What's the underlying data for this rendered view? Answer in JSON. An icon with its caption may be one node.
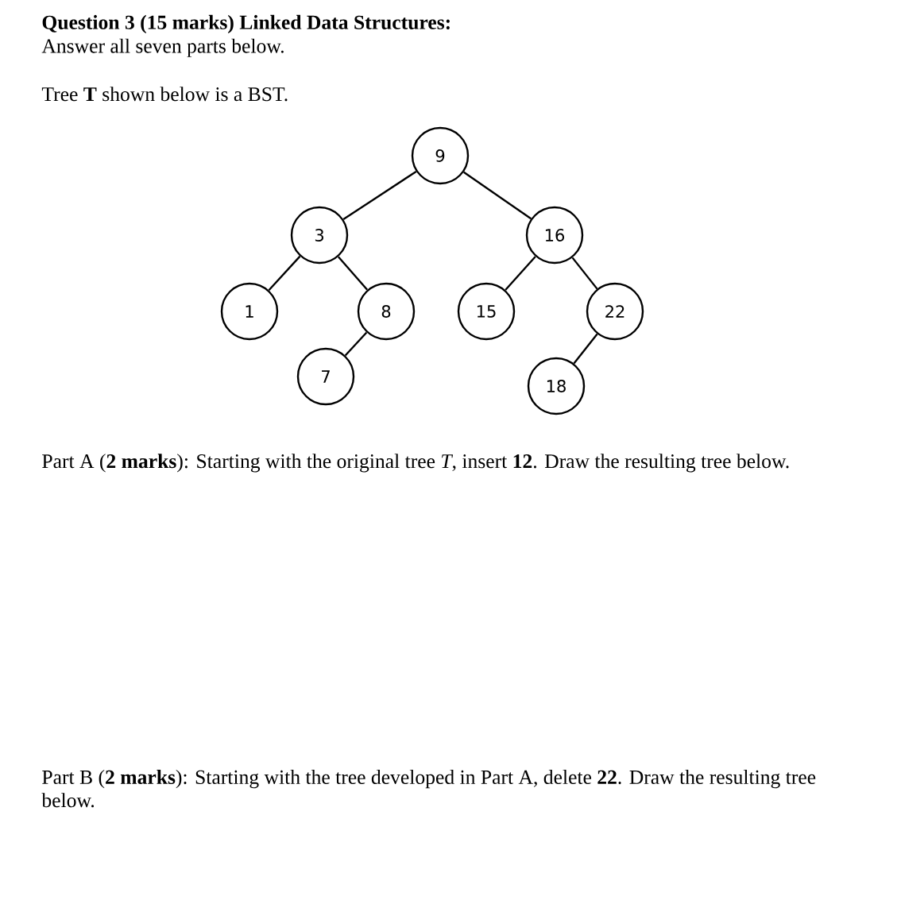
{
  "diagram": {
    "title": "Question 3 (15 marks) Linked Data Structures:",
    "nodes": [
      {
        "text": [
          "9"
        ]
      },
      {
        "text": [
          "3"
        ]
      },
      {
        "text": [
          "16"
        ]
      },
      {
        "text": [
          "1"
        ]
      },
      {
        "text": [
          "8"
        ]
      },
      {
        "text": [
          "15"
        ]
      },
      {
        "text": [
          "22"
        ]
      },
      {
        "text": [
          "7"
        ]
      },
      {
        "text": [
          "18"
        ]
      }
    ],
    "edges": [
      {
        "from": 0,
        "to": 1,
        "arrow": "none"
      },
      {
        "from": 0,
        "to": 2,
        "arrow": "none"
      },
      {
        "from": 1,
        "to": 3,
        "arrow": "none"
      },
      {
        "from": 1,
        "to": 4,
        "arrow": "none"
      },
      {
        "from": 2,
        "to": 5,
        "arrow": "none"
      },
      {
        "from": 2,
        "to": 6,
        "arrow": "none"
      },
      {
        "from": 4,
        "to": 7,
        "arrow": "none"
      },
      {
        "from": 6,
        "to": 8,
        "arrow": "none"
      }
    ],
    "labels": [
      "Answer all seven parts below.",
      "Tree **T** shown below is a BST.",
      "Part A (**2 marks**): Starting with the original tree *T*, insert **12**. Draw the resulting tree below.",
      "Part B (**2 marks**): Starting with the tree developed in Part A, delete **22**. Draw the resulting tree below."
    ]
  }
}
